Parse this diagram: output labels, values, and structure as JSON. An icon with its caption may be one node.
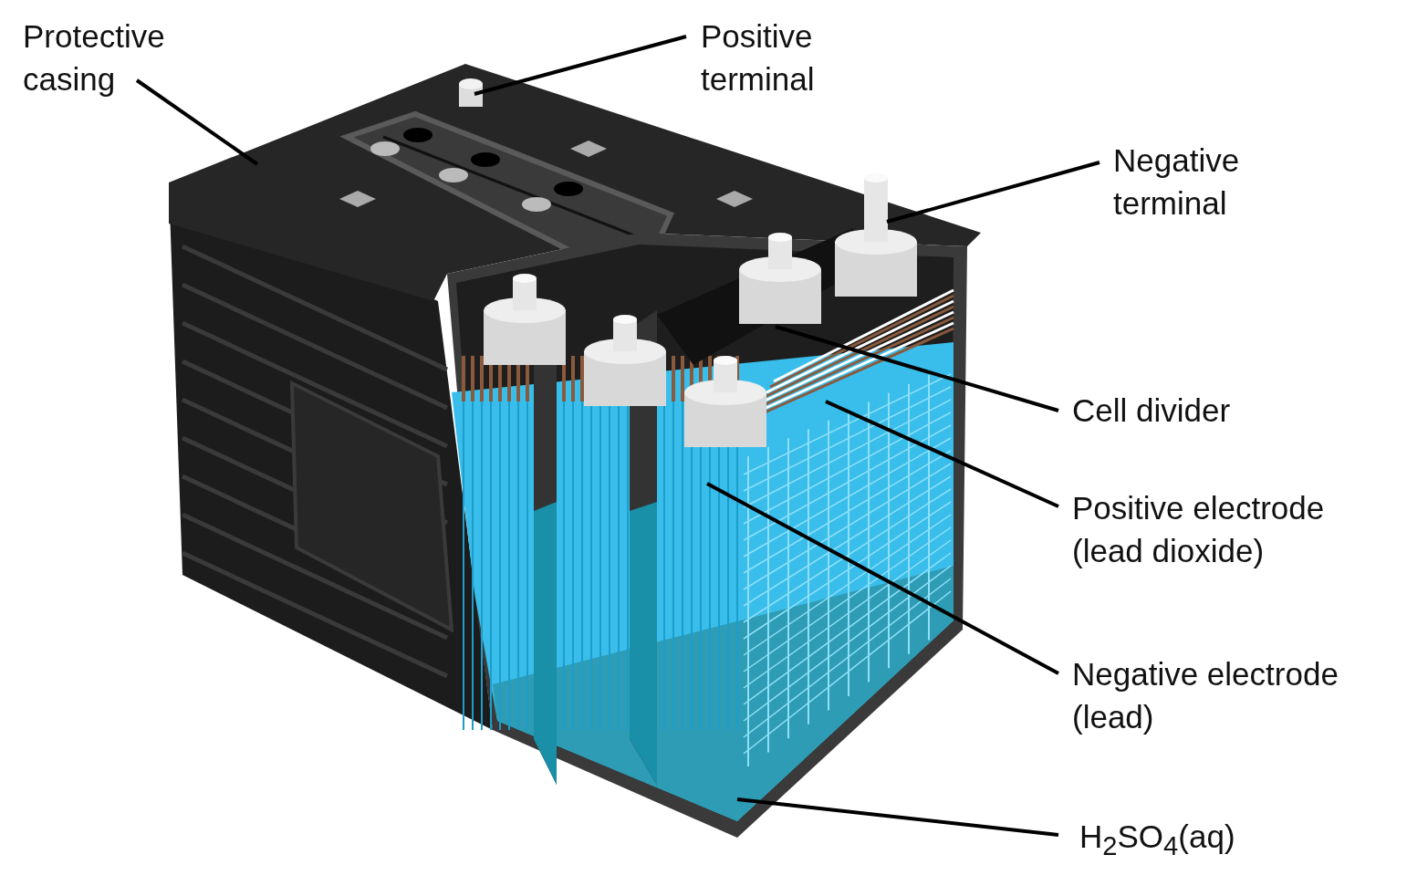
{
  "diagram": {
    "nodes": [
      {
        "text": [
          "Protective casing"
        ]
      },
      {
        "text": [
          "Positive terminal"
        ]
      },
      {
        "text": [
          "Negative terminal"
        ]
      },
      {
        "text": [
          "Cell divider"
        ]
      },
      {
        "text": [
          "Positive electrode (lead dioxide)"
        ]
      },
      {
        "text": [
          "Negative electrode (lead)"
        ]
      },
      {
        "text": [
          "H$_{2}$SO$_{4}$(aq)"
        ]
      }
    ],
    "edges": [
      {
        "from": 0,
        "to": null,
        "arrow": "none"
      },
      {
        "from": 1,
        "to": null,
        "arrow": "none"
      },
      {
        "from": 2,
        "to": null,
        "arrow": "none"
      },
      {
        "from": 3,
        "to": null,
        "arrow": "none"
      },
      {
        "from": 4,
        "to": null,
        "arrow": "none"
      },
      {
        "from": 5,
        "to": null,
        "arrow": "none"
      },
      {
        "from": 6,
        "to": null,
        "arrow": "none"
      }
    ]
  }
}
